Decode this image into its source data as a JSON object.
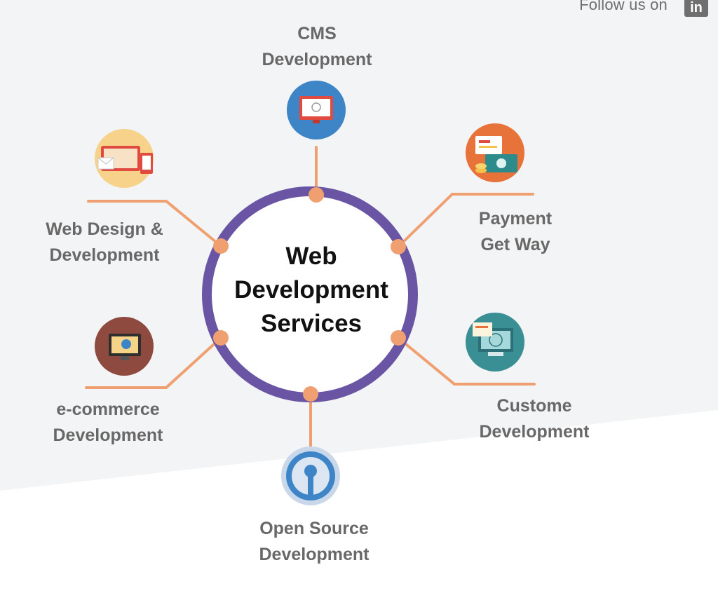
{
  "header": {
    "follow_text": "Follow us on",
    "social_icon": "linkedin-icon",
    "social_text": "in"
  },
  "center": {
    "line1": "Web",
    "line2": "Development",
    "line3": "Services"
  },
  "nodes": {
    "cms": {
      "line1": "CMS",
      "line2": "Development",
      "icon": "monitor-icon"
    },
    "payment": {
      "line1": "Payment",
      "line2": "Get Way",
      "icon": "payment-icon"
    },
    "custom": {
      "line1": "Custome",
      "line2": "Development",
      "icon": "laptop-globe-icon"
    },
    "open_source": {
      "line1": "Open Source",
      "line2": "Development",
      "icon": "open-source-icon"
    },
    "ecommerce": {
      "line1": "e-commerce",
      "line2": "Development",
      "icon": "shopping-cart-monitor-icon"
    },
    "web_design": {
      "line1": "Web Design &",
      "line2": "Development",
      "icon": "devices-icon"
    }
  },
  "colors": {
    "ring": "#6a55a4",
    "connector": "#f0a070",
    "label": "#686868",
    "center_text": "#111111"
  }
}
